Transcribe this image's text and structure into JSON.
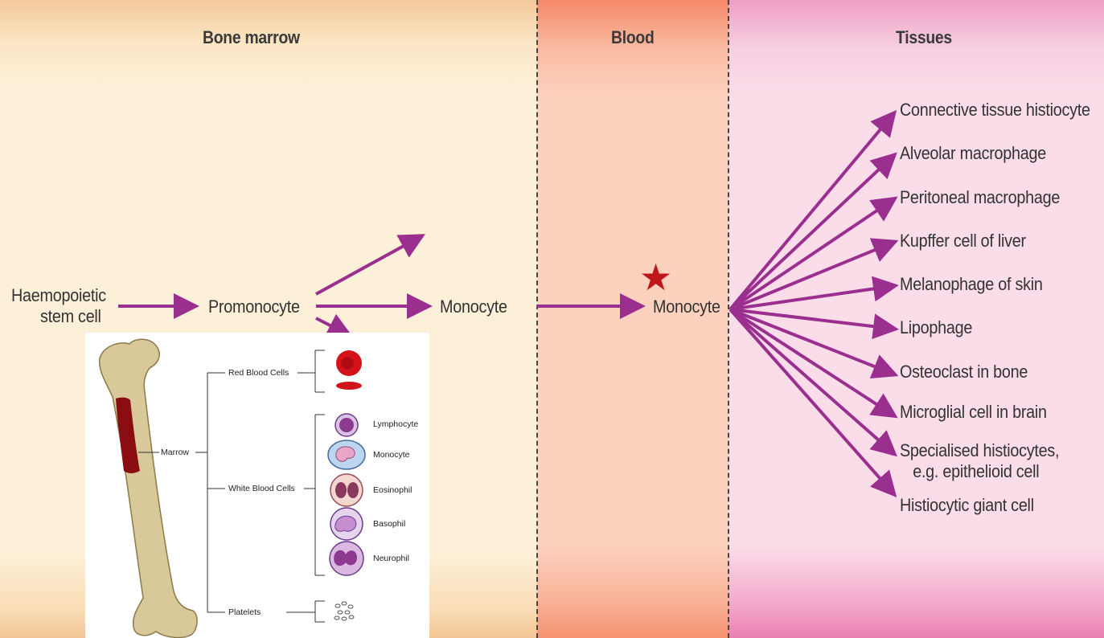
{
  "zones": {
    "bone_marrow": "Bone marrow",
    "blood": "Blood",
    "tissues": "Tissues"
  },
  "flow": {
    "stem_cell_line1": "Haemopoietic",
    "stem_cell_line2": "stem cell",
    "promonocyte": "Promonocyte",
    "monocyte_marrow": "Monocyte",
    "monocyte_blood": "Monocyte"
  },
  "tissue_cells": [
    "Connective tissue histiocyte",
    "Alveolar macrophage",
    "Peritoneal macrophage",
    "Kupffer cell of liver",
    "Melanophage of skin",
    "Lipophage",
    "Osteoclast in bone",
    "Microglial cell in brain",
    "Specialised histiocytes,",
    "e.g. epithelioid cell",
    "Histiocytic giant cell"
  ],
  "inset": {
    "marrow": "Marrow",
    "red_blood_cells": "Red Blood Cells",
    "white_blood_cells": "White Blood Cells",
    "platelets": "Platelets",
    "lymphocyte": "Lymphocyte",
    "monocyte": "Monocyte",
    "eosinophil": "Eosinophil",
    "basophil": "Basophil",
    "neurophil": "Neurophil"
  },
  "colors": {
    "arrow": "#9b2f8f",
    "star": "#c0171c",
    "marrow_red": "#8a0d12",
    "bone": "#d9c99a"
  }
}
